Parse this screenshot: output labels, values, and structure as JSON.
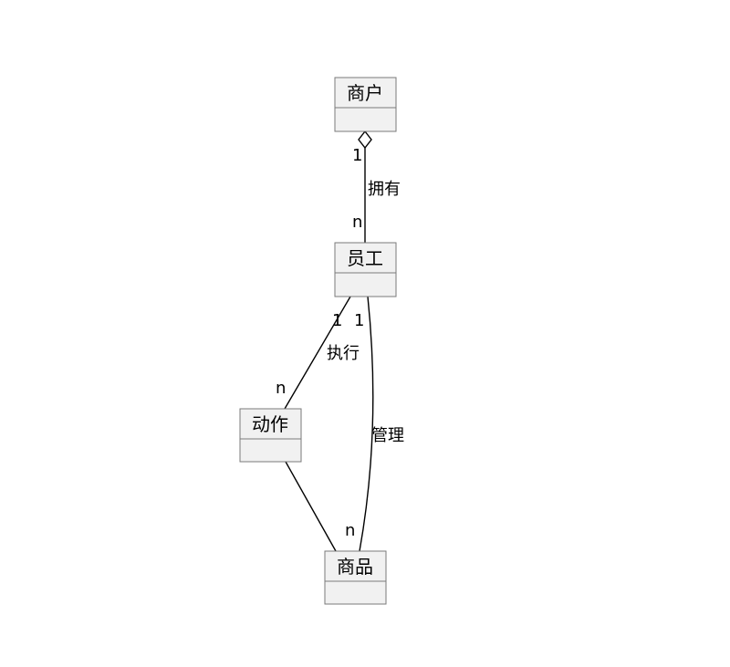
{
  "classes": {
    "merchant": "商户",
    "employee": "员工",
    "action": "动作",
    "product": "商品"
  },
  "relations": {
    "owns": {
      "label": "拥有",
      "source_mult": "1",
      "target_mult": "n"
    },
    "executes": {
      "label": "执行",
      "source_mult": "1",
      "target_mult": "n"
    },
    "manages": {
      "label": "管理",
      "source_mult": "1",
      "target_mult": "n"
    }
  },
  "colors": {
    "box_fill": "#f1f1f1",
    "box_border": "#7a7a7a",
    "edge": "#000000"
  }
}
